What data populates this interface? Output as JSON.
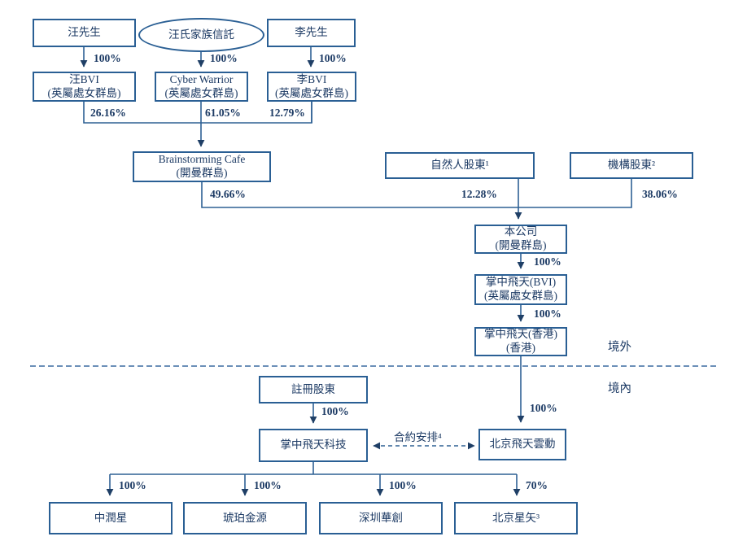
{
  "colors": {
    "box_border": "#2A5F94",
    "line": "#2E6094",
    "arrowhead": "#1F3F66",
    "text": "#1C3A64"
  },
  "regions": {
    "offshore": "境外",
    "onshore": "境內"
  },
  "nodes": {
    "mr_wang": {
      "line1": "汪先生"
    },
    "wang_family_trust": {
      "line1": "汪氏家族信託"
    },
    "mr_li": {
      "line1": "李先生"
    },
    "wang_bvi": {
      "line1": "汪BVI",
      "line2": "(英屬處女群島)"
    },
    "cyber_warrior": {
      "line1": "Cyber Warrior",
      "line2": "(英屬處女群島)"
    },
    "li_bvi": {
      "line1": "李BVI",
      "line2": "(英屬處女群島)"
    },
    "brainstorming_cafe": {
      "line1": "Brainstorming Cafe",
      "line2": "(開曼群島)"
    },
    "natural_person_shareholders": {
      "line1": "自然人股東¹"
    },
    "institutional_shareholders": {
      "line1": "機構股東²"
    },
    "the_company": {
      "line1": "本公司",
      "line2": "(開曼群島)"
    },
    "zzft_bvi": {
      "line1": "掌中飛天(BVI)",
      "line2": "(英屬處女群島)"
    },
    "zzft_hk": {
      "line1": "掌中飛天(香港)",
      "line2": "(香港)"
    },
    "registered_shareholders": {
      "line1": "註冊股東"
    },
    "zzft_technology": {
      "line1": "掌中飛天科技"
    },
    "beijing_feitian_yundong": {
      "line1": "北京飛天雲動"
    },
    "zhong_run_xing": {
      "line1": "中潤星"
    },
    "hupo_jinyuan": {
      "line1": "琥珀金源"
    },
    "shenzhen_huachuang": {
      "line1": "深圳華創"
    },
    "beijing_xingshi": {
      "line1": "北京星矢³"
    }
  },
  "edge_labels": {
    "contractual_arrangements": "合約安排⁴"
  },
  "percentages": {
    "wang_to_wangbvi": "100%",
    "trust_to_cyber": "100%",
    "li_to_libvi": "100%",
    "wangbvi_to_brainstorming": "26.16%",
    "cyber_to_brainstorming": "61.05%",
    "libvi_to_brainstorming": "12.79%",
    "brainstorming_to_company": "49.66%",
    "natural_to_company": "12.28%",
    "institutional_to_company": "38.06%",
    "company_to_zzftbvi": "100%",
    "zzftbvi_to_zzfthk": "100%",
    "zzfthk_to_feitian": "100%",
    "registered_to_tech": "100%",
    "tech_to_zhongrunxing": "100%",
    "tech_to_hupo": "100%",
    "tech_to_huachuang": "100%",
    "tech_to_xingshi": "70%"
  }
}
